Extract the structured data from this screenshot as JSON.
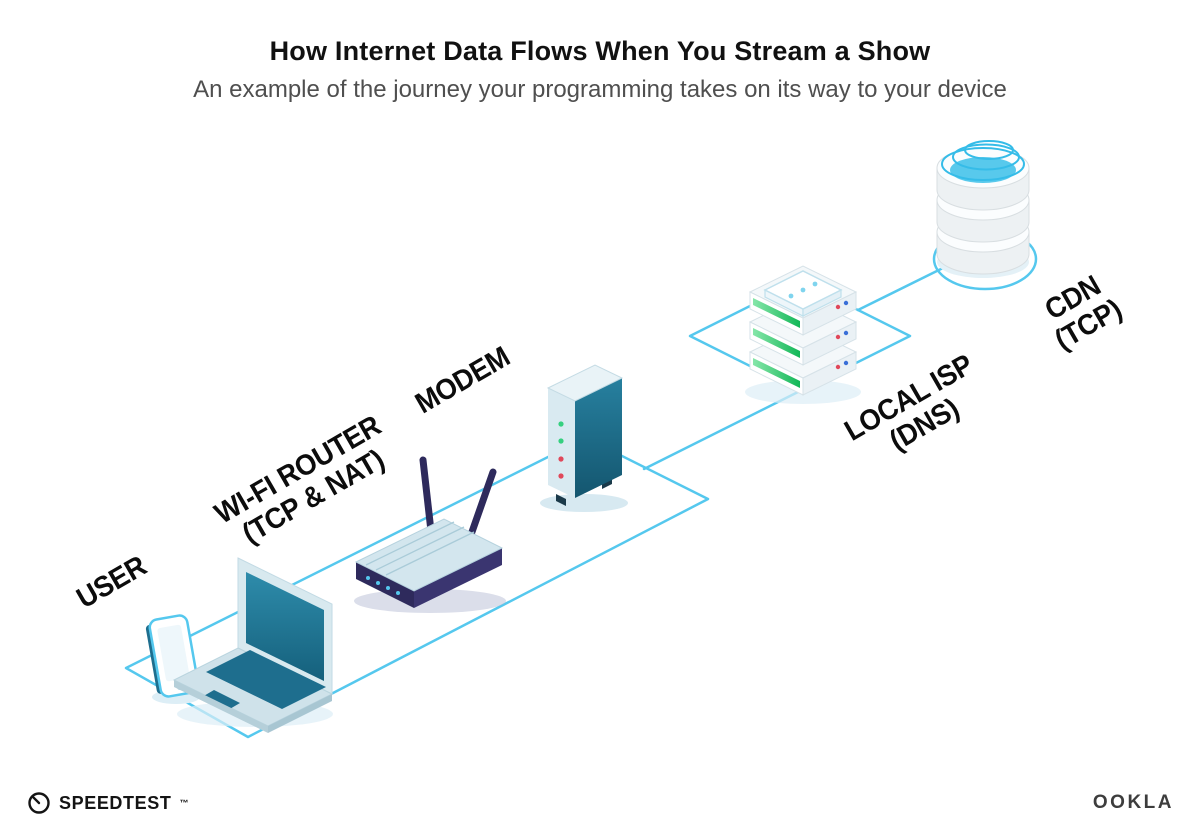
{
  "header": {
    "title": "How Internet Data Flows When You Stream a Show",
    "subtitle": "An example of the journey your programming takes on its way to your device"
  },
  "diagram": {
    "nodes": [
      {
        "id": "user",
        "label": "USER",
        "sublabel": ""
      },
      {
        "id": "wifi-router",
        "label": "WI-FI ROUTER",
        "sublabel": "(TCP & NAT)"
      },
      {
        "id": "modem",
        "label": "MODEM",
        "sublabel": ""
      },
      {
        "id": "local-isp",
        "label": "LOCAL ISP",
        "sublabel": "(DNS)"
      },
      {
        "id": "cdn",
        "label": "CDN",
        "sublabel": "(TCP)"
      }
    ]
  },
  "colors": {
    "path_cyan": "#55c8ee",
    "teal_dark": "#1e6e8e",
    "navy": "#2e2a5c",
    "device_light": "#d3e6ee",
    "led_green": "#35d07f",
    "led_red": "#e0485a",
    "stripe_green": "#12b757",
    "title_black": "#111111",
    "subtitle_gray": "#4f4f4f",
    "footer_dark": "#141414",
    "ookla_gray": "#3d3d3d"
  },
  "footer": {
    "speedtest": "SPEEDTEST",
    "speedtest_mark": "™",
    "ookla": "OOKLA"
  }
}
